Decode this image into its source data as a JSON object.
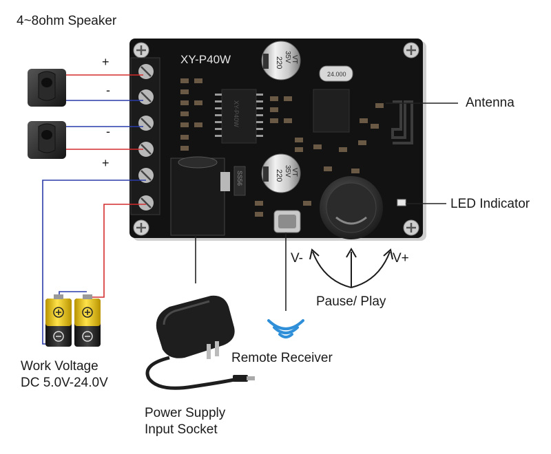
{
  "product": {
    "model": "XY-P40W"
  },
  "labels": {
    "speaker": "4~8ohm Speaker",
    "antenna": "Antenna",
    "led": "LED Indicator",
    "remote": "Remote Receiver",
    "pause_play": "Pause/ Play",
    "vol_down": "V-",
    "vol_up": "V+",
    "work_voltage_line1": "Work Voltage",
    "work_voltage_line2": "DC 5.0V-24.0V",
    "power_line1": "Power Supply",
    "power_line2": "Input Socket"
  },
  "terminals": {
    "t1": "+",
    "t2": "-",
    "t3": "-",
    "t4": "+"
  },
  "components": {
    "cap_value": "220",
    "cap_voltage": "35V",
    "cap_series": "VT",
    "crystal": "24.000",
    "diode": "SS56",
    "chip": "XY-P40W"
  },
  "colors": {
    "board": "#121212",
    "wire_red": "#d42a2a",
    "wire_blue": "#2a3aa8",
    "signal": "#2f8fd8",
    "battery_gold": "#e6c200"
  }
}
